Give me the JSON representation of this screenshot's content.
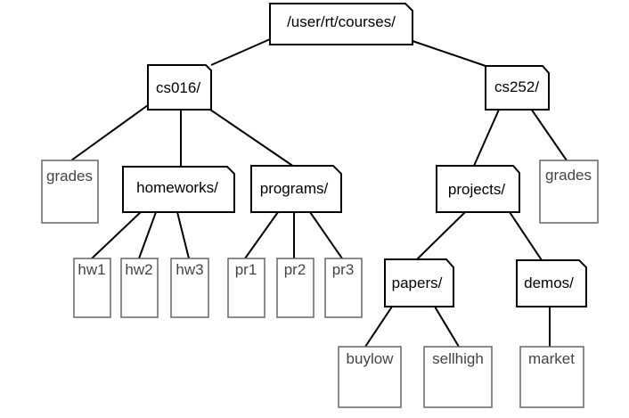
{
  "colors": {
    "line": "#000000",
    "file_border": "#666666",
    "folder_border": "#000000",
    "file_text": "#444444",
    "dir_text": "#000000",
    "background": "#ffffff"
  },
  "nodes": {
    "root": "/user/rt/courses/",
    "cs016": "cs016/",
    "cs252": "cs252/",
    "grades_cs016": "grades",
    "homeworks": "homeworks/",
    "programs": "programs/",
    "projects": "projects/",
    "grades_cs252": "grades",
    "hw1": "hw1",
    "hw2": "hw2",
    "hw3": "hw3",
    "pr1": "pr1",
    "pr2": "pr2",
    "pr3": "pr3",
    "papers": "papers/",
    "demos": "demos/",
    "buylow": "buylow",
    "sellhigh": "sellhigh",
    "market": "market"
  }
}
